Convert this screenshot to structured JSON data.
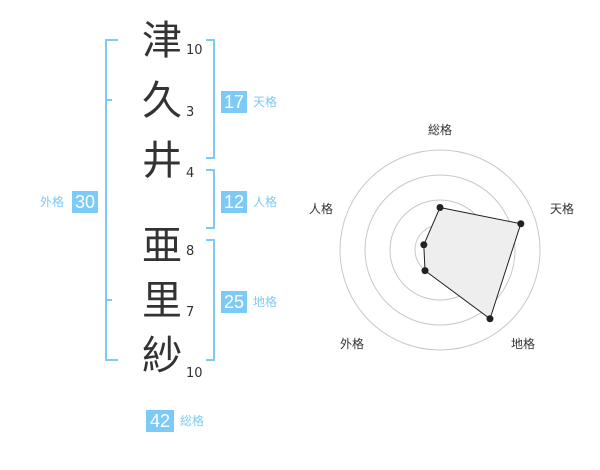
{
  "name_chars": [
    {
      "char": "津",
      "strokes": "10"
    },
    {
      "char": "久",
      "strokes": "3"
    },
    {
      "char": "井",
      "strokes": "4"
    },
    {
      "char": "亜",
      "strokes": "8"
    },
    {
      "char": "里",
      "strokes": "7"
    },
    {
      "char": "紗",
      "strokes": "10"
    }
  ],
  "fortune": {
    "tenkaku": {
      "label": "天格",
      "value": "17"
    },
    "jinkaku": {
      "label": "人格",
      "value": "12"
    },
    "chikaku": {
      "label": "地格",
      "value": "25"
    },
    "gaikaku": {
      "label": "外格",
      "value": "30"
    },
    "soukaku": {
      "label": "総格",
      "value": "42"
    }
  },
  "radar": {
    "labels": {
      "top": "総格",
      "upper_right": "天格",
      "lower_right": "地格",
      "lower_left": "外格",
      "upper_left": "人格"
    },
    "levels": {
      "soukaku": 0.5,
      "tenkaku": 1.0,
      "chikaku": 1.0,
      "gaikaku": 0.3,
      "jinkaku": 0.2
    }
  },
  "colors": {
    "accent": "#7ccaf5",
    "text": "#333333",
    "grid": "#c8c8c8",
    "fill": "#eeeeee"
  }
}
